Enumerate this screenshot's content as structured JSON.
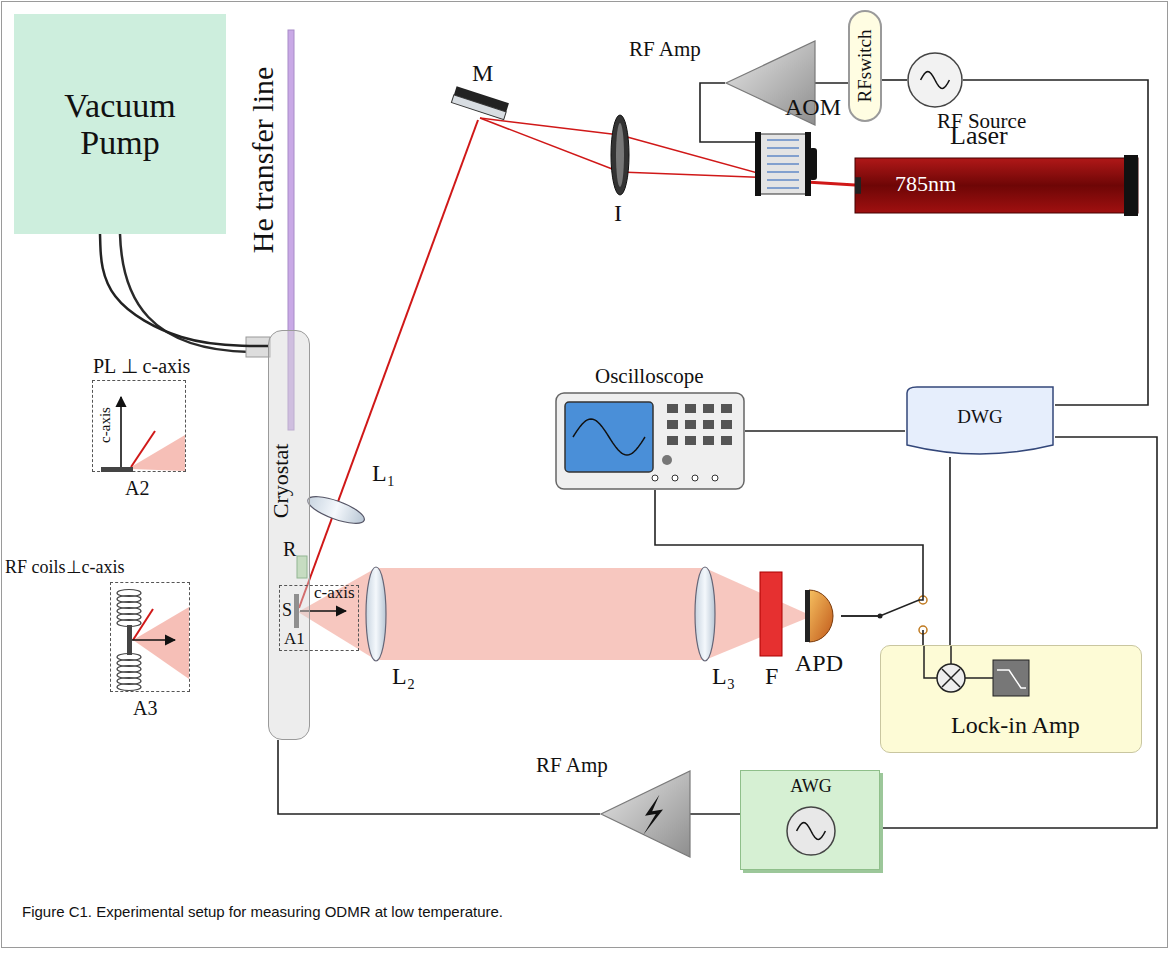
{
  "diagram": {
    "caption": "Figure C1. Experimental setup for measuring ODMR at low temperature.",
    "nodes": [
      {
        "text": [
          "Vacuum Pump"
        ]
      },
      {
        "text": [
          "Cryostat"
        ]
      },
      {
        "text": [
          "RF Amp"
        ]
      },
      {
        "text": [
          "RFswitch"
        ]
      },
      {
        "text": [
          "RF Source"
        ]
      },
      {
        "text": [
          "AOM"
        ]
      },
      {
        "text": [
          "Laser",
          "785nm"
        ]
      },
      {
        "text": [
          "Oscilloscope"
        ]
      },
      {
        "text": [
          "DWG"
        ]
      },
      {
        "text": [
          "APD"
        ]
      },
      {
        "text": [
          "Lock-in Amp"
        ]
      },
      {
        "text": [
          "RF Amp"
        ]
      },
      {
        "text": [
          "AWG"
        ]
      },
      {
        "text": [
          "PL ⊥ c-axis",
          "c-axis",
          "A2"
        ]
      },
      {
        "text": [
          "RF coils⊥c-axis",
          "A3"
        ]
      },
      {
        "text": [
          "c-axis",
          "A1"
        ]
      }
    ],
    "edges": [
      {
        "from": 0,
        "to": 1,
        "arrow": "none"
      },
      {
        "from": 4,
        "to": 3,
        "arrow": "none"
      },
      {
        "from": 3,
        "to": 2,
        "arrow": "none"
      },
      {
        "from": 2,
        "to": 5,
        "arrow": "none"
      },
      {
        "from": 8,
        "to": 4,
        "arrow": "none"
      },
      {
        "from": 8,
        "to": 7,
        "arrow": "none"
      },
      {
        "from": 8,
        "to": 10,
        "arrow": "none"
      },
      {
        "from": 8,
        "to": 12,
        "arrow": "none"
      },
      {
        "from": 12,
        "to": 11,
        "arrow": "none"
      },
      {
        "from": 11,
        "to": 1,
        "arrow": "none"
      },
      {
        "from": 9,
        "to": 7,
        "arrow": "none"
      },
      {
        "from": 9,
        "to": 10,
        "arrow": "none"
      }
    ],
    "labels": [
      "He transfer line",
      "M",
      "I",
      "L₁",
      "R",
      "S",
      "L₂",
      "L₃",
      "F"
    ]
  }
}
